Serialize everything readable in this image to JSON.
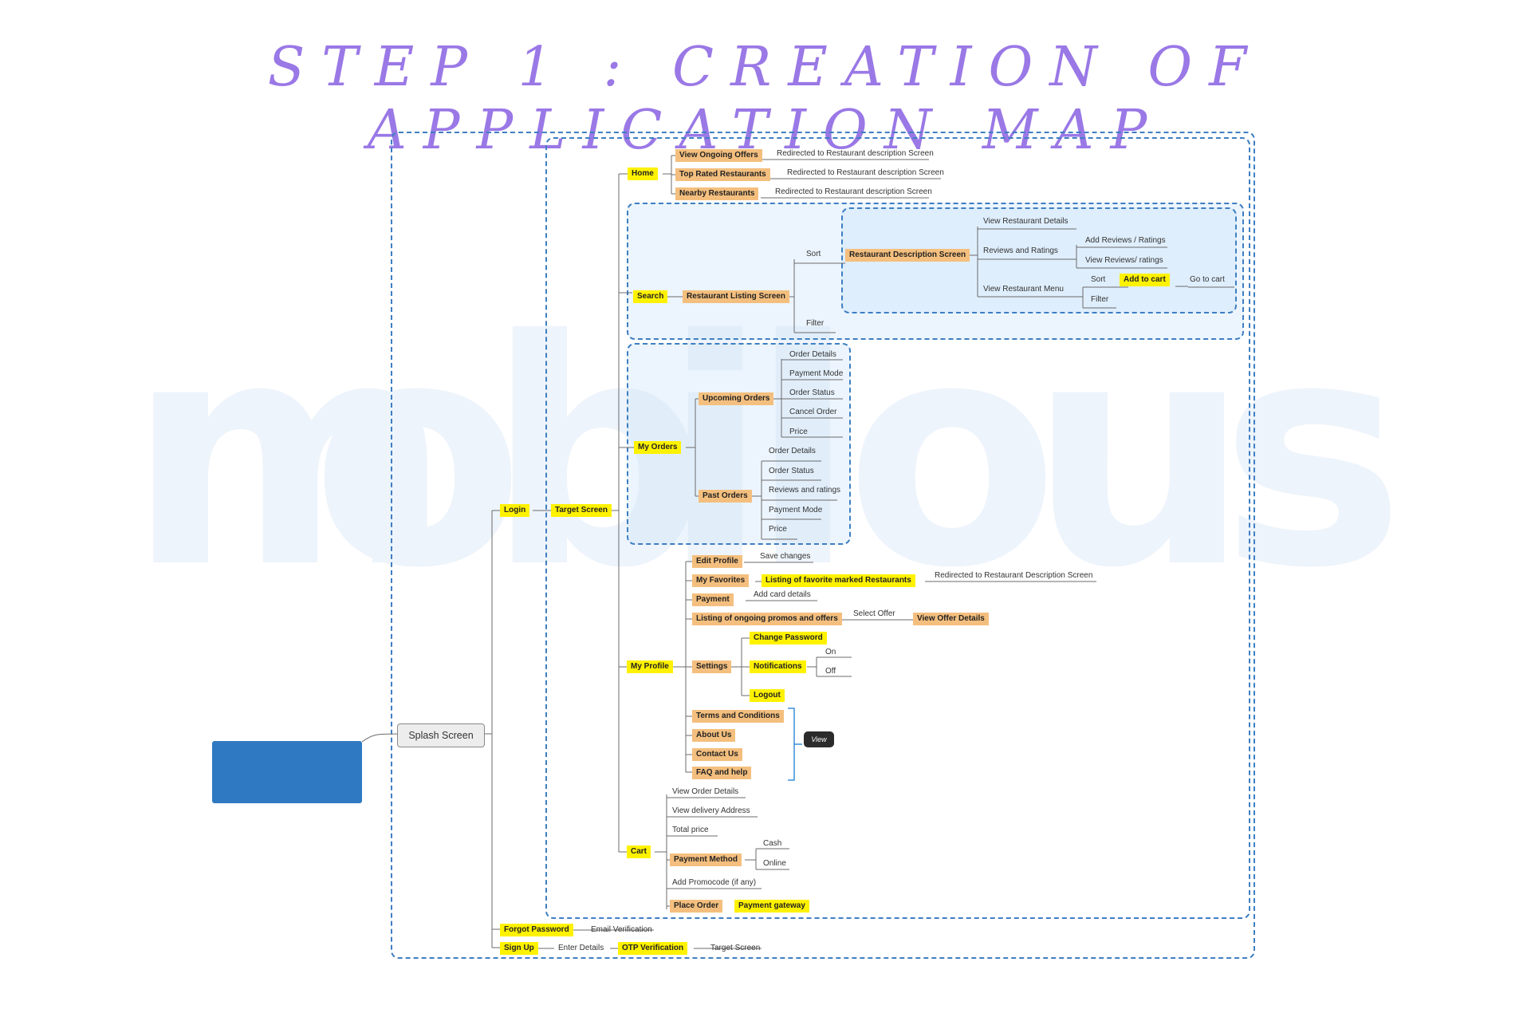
{
  "title": "STEP 1 : CREATION OF APPLICATION MAP",
  "watermark": [
    "m",
    "o",
    "b",
    "i",
    "l",
    "o",
    "u",
    "s"
  ],
  "colors": {
    "title": "#9a78e6",
    "highlight_yellow": "#fff200",
    "highlight_orange": "#f4bf7e",
    "frame_dash": "#3e7ec2",
    "blue_box": "#2f79c2"
  },
  "map": {
    "root": "Splash Screen",
    "login": "Login",
    "target_screen": "Target Screen",
    "forgot_password": "Forgot Password",
    "email_verification": "Email Verification",
    "sign_up": "Sign Up",
    "enter_details": "Enter Details",
    "otp_verification": "OTP Verification",
    "signup_target": "Target Screen",
    "home": {
      "label": "Home",
      "view_ongoing_offers": "View Ongoing Offers",
      "top_rated": "Top Rated Restaurants",
      "nearby": "Nearby Restaurants",
      "redirect1": "Redirected to Restaurant description Screen",
      "redirect2": "Redirected to Restaurant description Screen",
      "redirect3": "Redirected to Restaurant description Screen"
    },
    "search": {
      "label": "Search",
      "listing": "Restaurant Listing Screen",
      "sort": "Sort",
      "filter": "Filter",
      "description": "Restaurant Description Screen",
      "view_details": "View Restaurant Details",
      "reviews": "Reviews and Ratings",
      "add_reviews": "Add Reviews / Ratings",
      "view_reviews": "View Reviews/ ratings",
      "menu": "View Restaurant Menu",
      "menu_sort": "Sort",
      "menu_filter": "Filter",
      "add_to_cart": "Add to cart",
      "go_to_cart": "Go to cart"
    },
    "orders": {
      "label": "My Orders",
      "upcoming": "Upcoming Orders",
      "upcoming_items": [
        "Order Details",
        "Payment Mode",
        "Order Status",
        "Cancel Order",
        "Price"
      ],
      "past": "Past Orders",
      "past_items": [
        "Order Details",
        "Order Status",
        "Reviews and ratings",
        "Payment Mode",
        "Price"
      ]
    },
    "profile": {
      "label": "My Profile",
      "edit_profile": "Edit Profile",
      "save_changes": "Save changes",
      "favorites": "My Favorites",
      "fav_listing": "Listing of favorite marked Restaurants",
      "fav_redirect": "Redirected to Restaurant Description Screen",
      "payment": "Payment",
      "add_card": "Add card details",
      "promos": "Listing of ongoing promos and offers",
      "select_offer": "Select Offer",
      "view_offer": "View Offer Details",
      "settings": "Settings",
      "change_password": "Change Password",
      "notifications": "Notifications",
      "on": "On",
      "off": "Off",
      "logout": "Logout",
      "terms": "Terms and Conditions",
      "about": "About Us",
      "contact": "Contact Us",
      "faq": "FAQ and help",
      "view": "View"
    },
    "cart": {
      "label": "Cart",
      "view_order": "View Order Details",
      "view_address": "View delivery Address",
      "total_price": "Total price",
      "payment_method": "Payment Method",
      "cash": "Cash",
      "online": "Online",
      "promocode": "Add Promocode (if any)",
      "place_order": "Place Order",
      "gateway": "Payment gateway"
    }
  }
}
